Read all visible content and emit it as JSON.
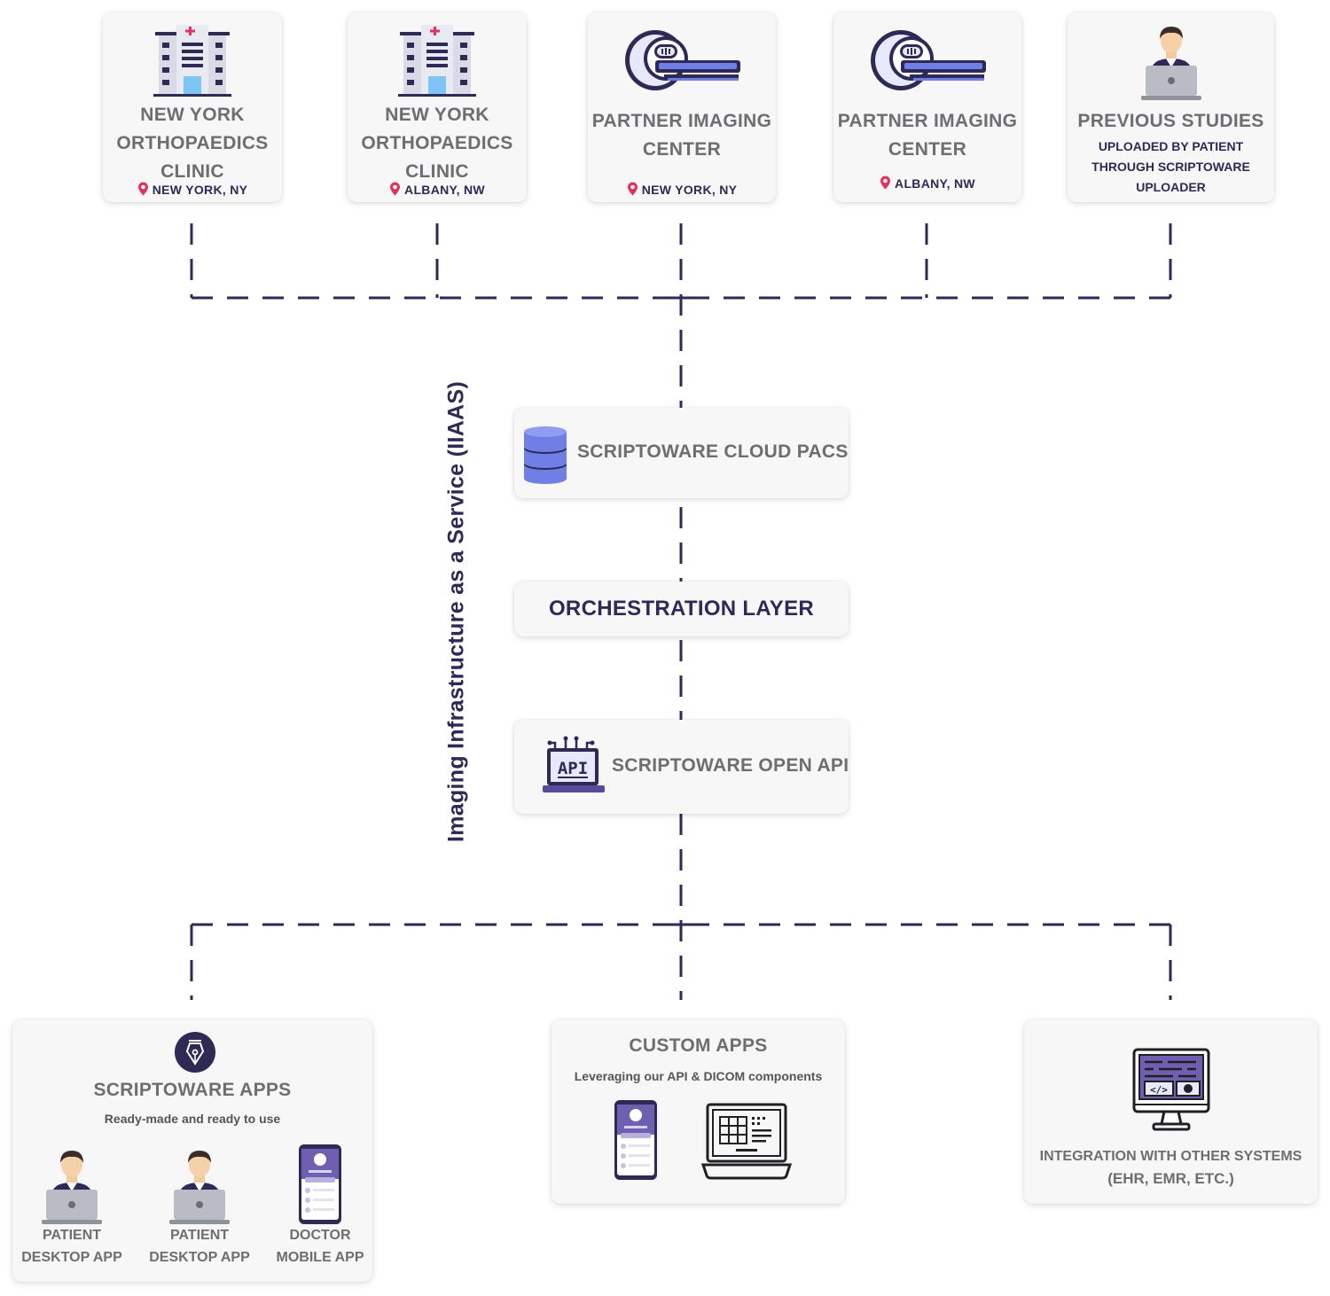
{
  "sources": [
    {
      "title_lines": [
        "NEW YORK",
        "ORTHOPAEDICS",
        "CLINIC"
      ],
      "location": "NEW YORK, NY",
      "icon": "hospital-icon"
    },
    {
      "title_lines": [
        "NEW YORK",
        "ORTHOPAEDICS",
        "CLINIC"
      ],
      "location": "ALBANY, NW",
      "icon": "hospital-icon"
    },
    {
      "title_lines": [
        "PARTNER IMAGING",
        "CENTER"
      ],
      "location": "NEW YORK, NY",
      "icon": "mri-scanner-icon"
    },
    {
      "title_lines": [
        "PARTNER IMAGING",
        "CENTER"
      ],
      "location": "ALBANY, NW",
      "icon": "mri-scanner-icon"
    },
    {
      "title_lines": [
        "PREVIOUS STUDIES"
      ],
      "subtitle_lines": [
        "UPLOADED BY PATIENT",
        "THROUGH SCRIPTOWARE",
        "UPLOADER"
      ],
      "icon": "person-laptop-icon"
    }
  ],
  "vertical_label": "Imaging Infrastructure as a Service (IIAAS)",
  "pacs": {
    "label": "SCRIPTOWARE CLOUD PACS",
    "icon": "database-icon"
  },
  "orchestration": {
    "label": "ORCHESTRATION LAYER"
  },
  "api": {
    "label": "SCRIPTOWARE OPEN API",
    "icon": "api-laptop-icon"
  },
  "apps": {
    "title": "SCRIPTOWARE APPS",
    "subtitle": "Ready-made and ready to use",
    "icon": "pen-nib-icon",
    "items": [
      {
        "line1": "PATIENT",
        "line2": "DESKTOP APP",
        "icon": "person-laptop-icon"
      },
      {
        "line1": "PATIENT",
        "line2": "DESKTOP APP",
        "icon": "person-laptop-icon"
      },
      {
        "line1": "DOCTOR",
        "line2": "MOBILE APP",
        "icon": "mobile-phone-icon"
      }
    ]
  },
  "custom": {
    "title": "CUSTOM APPS",
    "subtitle": "Leveraging our API & DICOM components",
    "icons": [
      "mobile-phone-icon",
      "laptop-grid-icon"
    ]
  },
  "integration": {
    "line1": "INTEGRATION WITH OTHER SYSTEMS",
    "line2": "(EHR, EMR, ETC.)",
    "icon": "code-monitor-icon"
  },
  "colors": {
    "navy": "#2e2a55",
    "purple": "#5b4a9b",
    "blue": "#6f7fe6",
    "gray_text": "#6d6e71",
    "card_bg": "#f7f7f8",
    "hospital_red": "#e0325f"
  }
}
